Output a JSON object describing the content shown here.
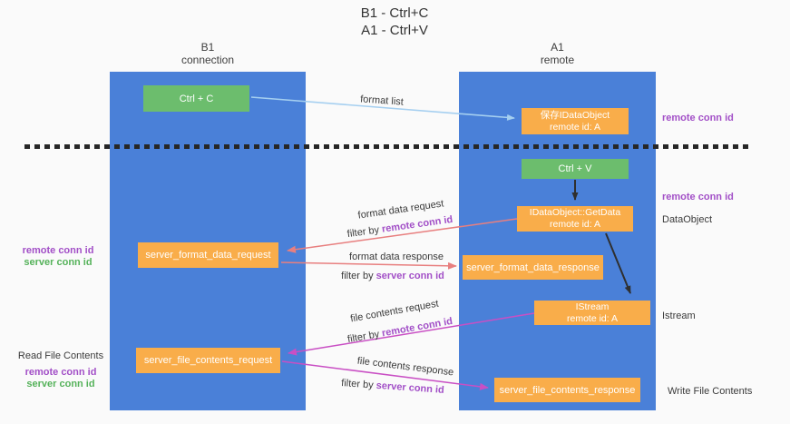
{
  "title": {
    "line1": "B1 - Ctrl+C",
    "line2": "A1 - Ctrl+V"
  },
  "lanes": {
    "b1": {
      "name": "B1",
      "subtitle": "connection"
    },
    "a1": {
      "name": "A1",
      "subtitle": "remote"
    }
  },
  "boxes": {
    "ctrl_c": {
      "label": "Ctrl + C"
    },
    "ctrl_v": {
      "label": "Ctrl + V"
    },
    "save_idataobject": {
      "line1": "保存IDataObject",
      "line2": "remote id: A"
    },
    "getdata": {
      "line1": "IDataObject::GetData",
      "line2": "remote id: A"
    },
    "istream": {
      "line1": "IStream",
      "line2": "remote id: A"
    },
    "server_format_data_request": {
      "label": "server_format_data_request"
    },
    "server_format_data_response": {
      "label": "server_format_data_response"
    },
    "server_file_contents_request": {
      "label": "server_file_contents_request"
    },
    "server_file_contents_response": {
      "label": "server_file_contents_response"
    }
  },
  "flow_labels": {
    "format_list": "format list",
    "format_data_request": {
      "title": "format data request",
      "filter": "filter by",
      "key": "remote conn id"
    },
    "format_data_response": {
      "title": "format data response",
      "filter": "filter by",
      "key": "server conn id"
    },
    "file_contents_request": {
      "title": "file contents request",
      "filter": "filter by",
      "key": "remote conn id"
    },
    "file_contents_response": {
      "title": "file contents response",
      "filter": "filter by",
      "key": "server conn id"
    }
  },
  "left_annotations": {
    "format": {
      "remote": "remote conn id",
      "server": "server conn id"
    },
    "file": {
      "title": "Read File Contents",
      "remote": "remote conn id",
      "server": "server conn id"
    }
  },
  "right_annotations": {
    "save_conn": "remote conn id",
    "paste_conn": "remote conn id",
    "dataobject": "DataObject",
    "istream": "Istream",
    "write_file": "Write File Contents"
  },
  "colors": {
    "lane_blue": "#4a80d8",
    "box_green": "#6cbd6d",
    "box_orange": "#f9ad4a",
    "conn_id_purple": "#a24fc7",
    "conn_id_green": "#55b25a",
    "arrow_format_red": "#e87f7f",
    "arrow_file_magenta": "#c94fc4",
    "arrow_format_list_blue": "#a5cff0",
    "arrow_black": "#2f2f2f",
    "dashed_line": "#262626"
  }
}
